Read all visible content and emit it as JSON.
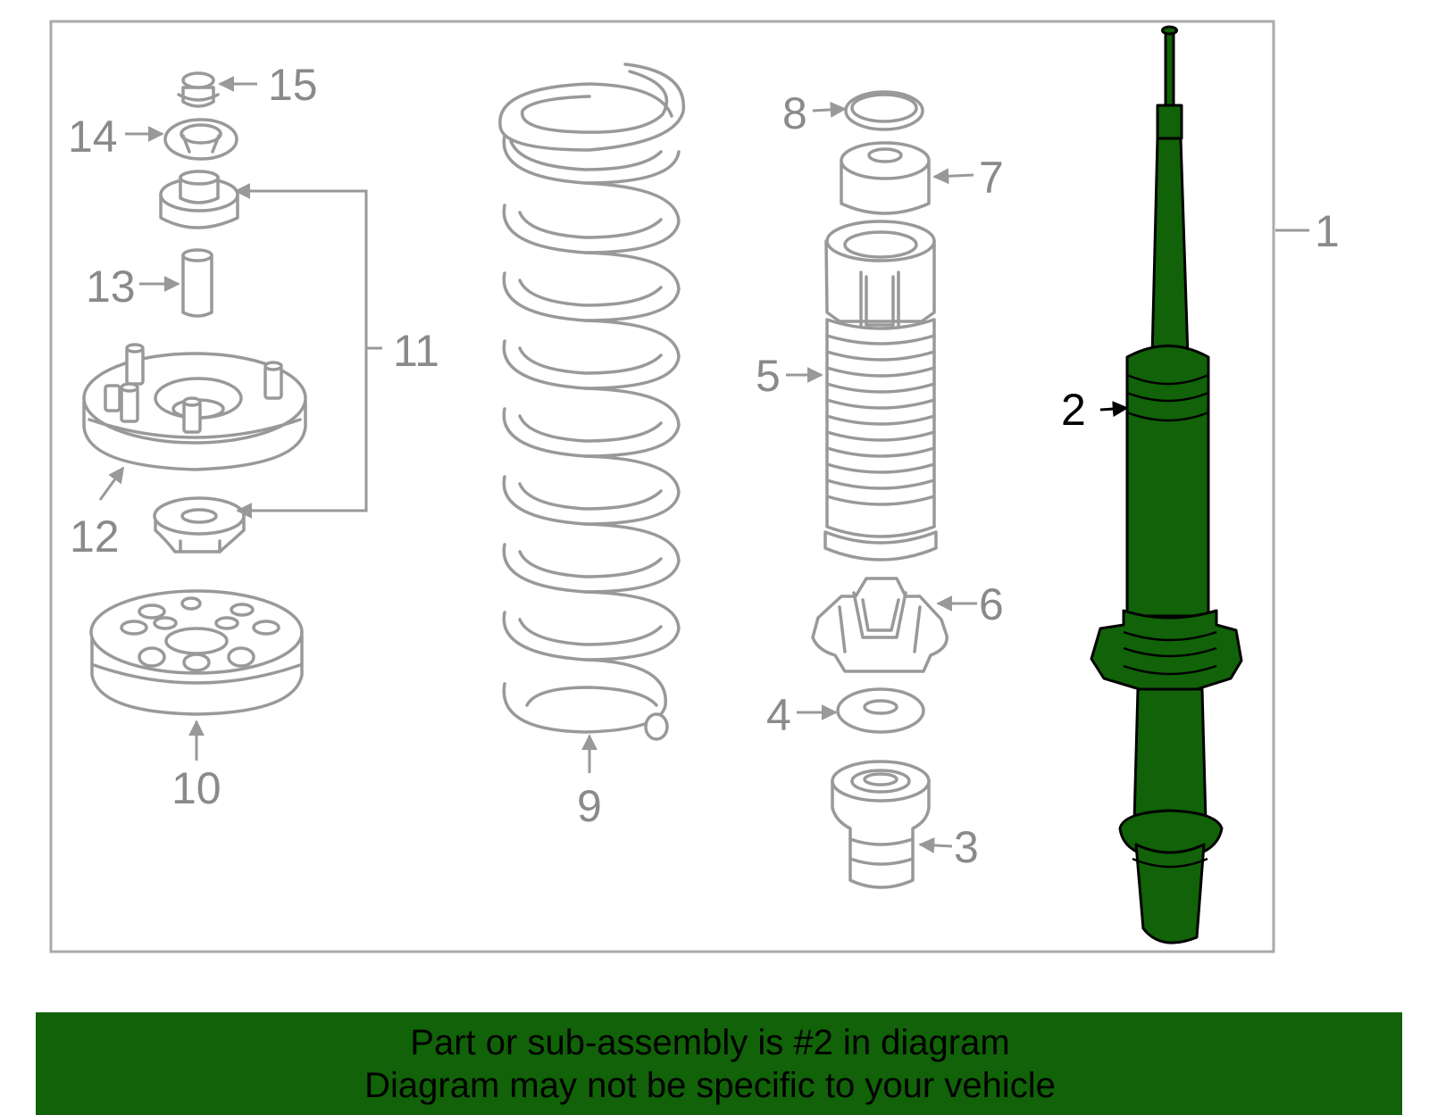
{
  "callouts": {
    "c1": "1",
    "c2": "2",
    "c3": "3",
    "c4": "4",
    "c5": "5",
    "c6": "6",
    "c7": "7",
    "c8": "8",
    "c9": "9",
    "c10": "10",
    "c11": "11",
    "c12": "12",
    "c13": "13",
    "c14": "14",
    "c15": "15"
  },
  "banner": {
    "line1": "Part or sub-assembly is #2 in diagram",
    "line2": "Diagram may not be specific to your vehicle"
  },
  "colors": {
    "highlight": "#116208",
    "outline": "#999999",
    "callout_text": "#8a8a8a"
  }
}
